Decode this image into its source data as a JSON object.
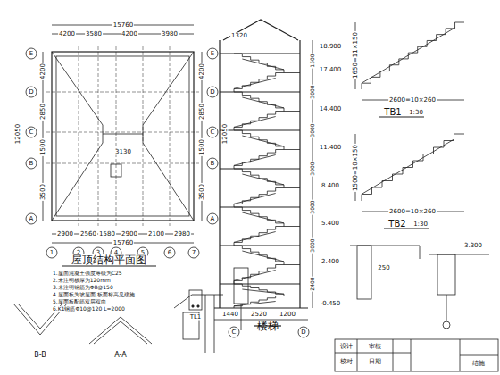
{
  "diagram": {
    "labels": [
      "4200",
      "3580",
      "4200",
      "3980",
      "15760",
      "E",
      "D",
      "C",
      "B",
      "A",
      "E",
      "D",
      "C",
      "B",
      "A",
      "4200",
      "2850",
      "1500",
      "3500",
      "12050",
      "4200",
      "2850",
      "1500",
      "3500",
      "12050",
      "2900",
      "2560",
      "1580",
      "2900",
      "2100",
      "2980",
      "15760",
      "1",
      "2",
      "3",
      "4",
      "5",
      "6",
      "7",
      "3130",
      "屋顶结构平面图",
      "1.屋面混凝土强度等级为C25",
      "2.未注明板厚为120mm",
      "3.未注明钢筋为Φ8@150",
      "4.屋面板为坡屋面,板面标高见建施",
      "5.屋面板配筋双层双向",
      "6.K1钢筋Φ10@120 L=2000",
      "TL1",
      "B-B",
      "A-A",
      "楼梯",
      "18.900",
      "17.400",
      "14.400",
      "11.400",
      "8.400",
      "5.400",
      "2.400",
      "-0.450",
      "1500",
      "3000",
      "3000",
      "3000",
      "3000",
      "3000",
      "2400",
      "1320",
      "1440",
      "2520",
      "1200",
      "C",
      "D",
      "TB1",
      "1:30",
      "2600=10×260",
      "1650=11×150",
      "TB2",
      "1:30",
      "2600=10×260",
      "1500=10×150",
      "3.300",
      "250",
      "设计",
      "审核",
      "校对",
      "日期",
      "结施"
    ]
  }
}
